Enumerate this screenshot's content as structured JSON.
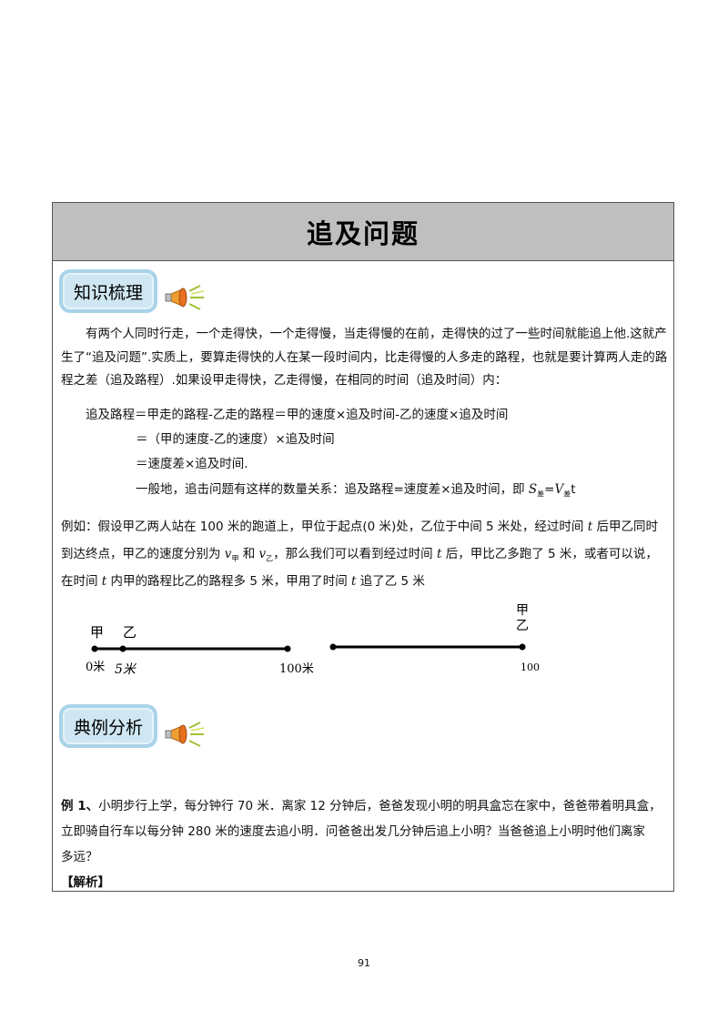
{
  "title": "追及问题",
  "section1": {
    "label": "知识梳理"
  },
  "section2": {
    "label": "典例分析"
  },
  "intro": "有两个人同时行走，一个走得快，一个走得慢，当走得慢的在前，走得快的过了一些时间就能追上他.这就产生了“追及问题”.实质上，要算走得快的人在某一段时间内，比走得慢的人多走的路程，也就是要计算两人走的路程之差（追及路程）.如果设甲走得快，乙走得慢，在相同的时间（追及时间）内：",
  "formula": {
    "line1": "追及路程＝甲走的路程-乙走的路程＝甲的速度×追及时间-乙的速度×追及时间",
    "line2": "＝（甲的速度-乙的速度）×追及时间",
    "line3": "＝速度差×追及时间.",
    "line4_prefix": "一般地，追击问题有这样的数量关系：追及路程=速度差×追及时间，即 ",
    "S": "S",
    "S_sub": "差",
    "eq": "=",
    "V": "V",
    "V_sub": "差",
    "t": "t"
  },
  "example": {
    "l1a": "例如：假设甲乙两人站在 100 米的跑道上，甲位于起点(0 米)处，乙位于中间 5 米处，经过时间 ",
    "t": "t",
    "l1b": " 后甲乙同时",
    "l2a": "到达终点，甲乙的速度分别为 ",
    "v": "v",
    "v_jia": "甲",
    "he": " 和 ",
    "v_yi": "乙",
    "l2b": "，那么我们可以看到经过时间 ",
    "l2c": " 后，甲比乙多跑了 5 米，或者可以说，",
    "l3a": "在时间 ",
    "l3b": " 内甲的路程比乙的路程多 5 米，甲用了时间 ",
    "l3c": " 追了乙 5 米"
  },
  "diagram": {
    "left_jia": "甲",
    "left_yi": "乙",
    "label_0": "0米",
    "label_5": "5米",
    "label_100": "100米",
    "right_jia": "甲",
    "right_yi": "乙",
    "right_100": "100"
  },
  "problem": {
    "label": "例 1",
    "sep": "、",
    "l1": "小明步行上学，每分钟行 70 米．离家 12 分钟后，爸爸发现小明的明具盒忘在家中，爸爸带着明具盒，",
    "l2": "立即骑自行车以每分钟 280 米的速度去追小明．问爸爸出发几分钟后追上小明？当爸爸追上小明时他们离家",
    "l3": "多远？",
    "analysis": "【解析】"
  },
  "page_number": "91"
}
